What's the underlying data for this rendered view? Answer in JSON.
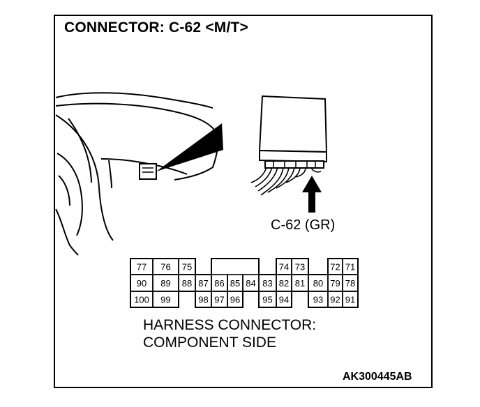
{
  "title": "CONNECTOR: C-62 <M/T>",
  "connector_label": "C-62 (GR)",
  "harness_line1": "HARNESS CONNECTOR:",
  "harness_line2": "COMPONENT SIDE",
  "figure_code": "AK300445AB",
  "pins": {
    "row1": [
      "77",
      "76",
      "75",
      "74",
      "73",
      "72",
      "71"
    ],
    "row2": [
      "90",
      "89",
      "88",
      "87",
      "86",
      "85",
      "84",
      "83",
      "82",
      "81",
      "80",
      "79",
      "78"
    ],
    "row3": [
      "100",
      "99",
      "98",
      "97",
      "96",
      "95",
      "94",
      "93",
      "92",
      "91"
    ]
  }
}
